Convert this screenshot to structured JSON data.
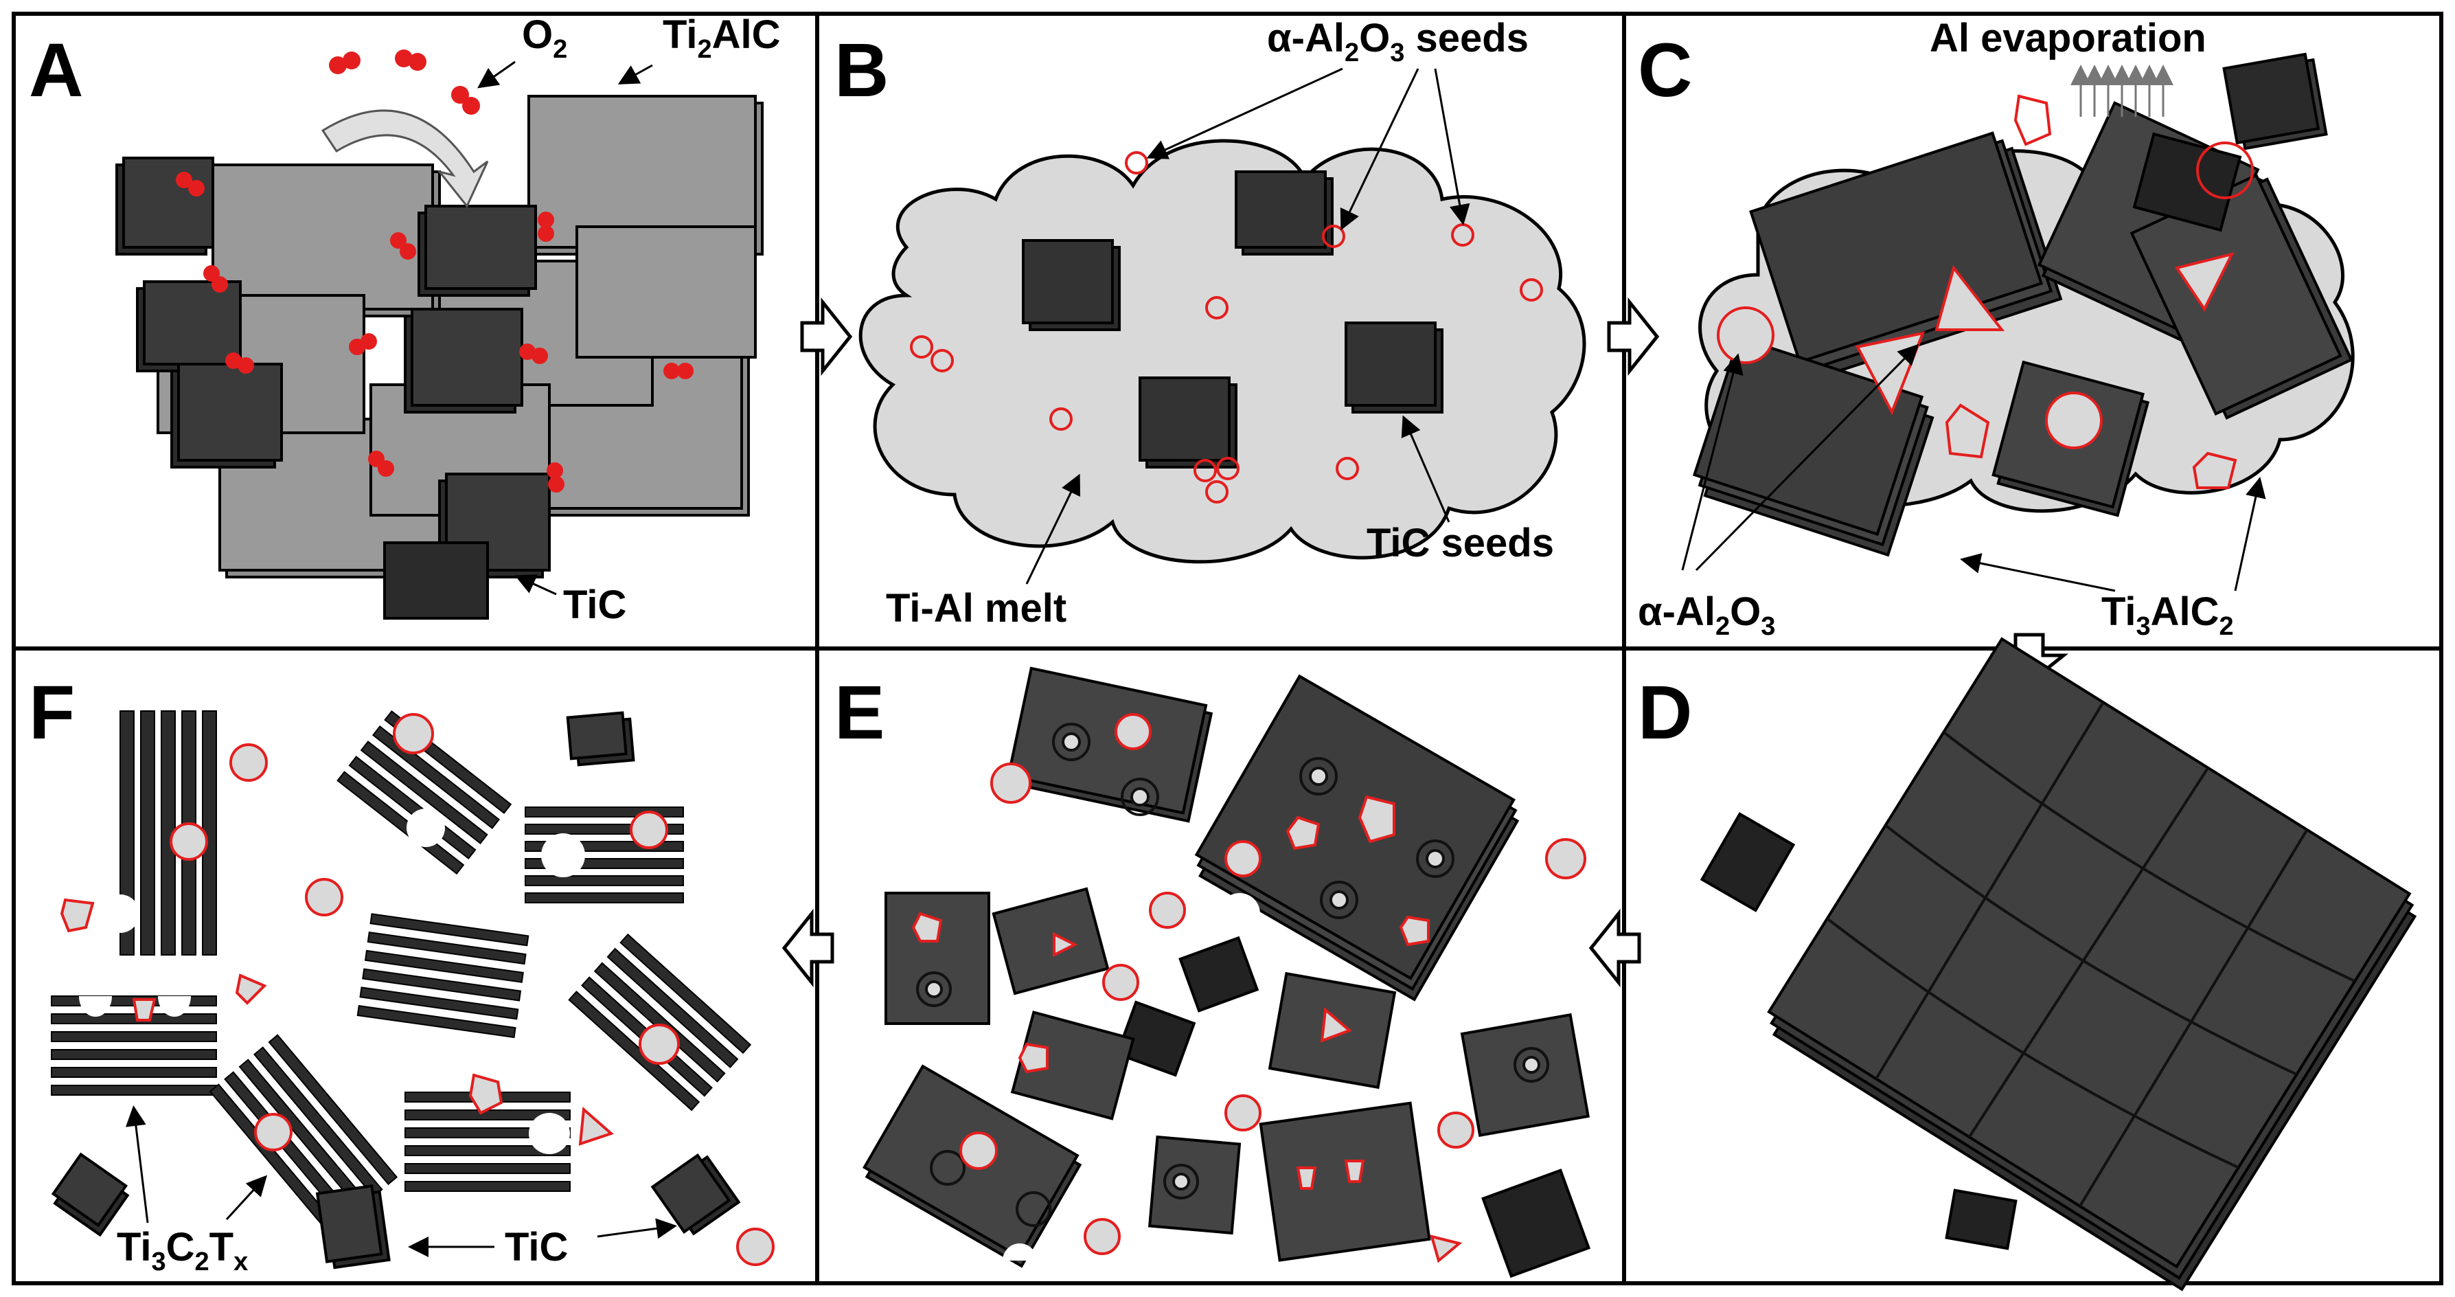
{
  "figure": {
    "panels": [
      {
        "id": "A",
        "letter": "A",
        "labels": {
          "o2": "O",
          "o2_sub": "2",
          "ti2alc_a": "Ti",
          "ti2alc_sub": "2",
          "ti2alc_b": "AlC",
          "tic": "TiC"
        }
      },
      {
        "id": "B",
        "letter": "B",
        "labels": {
          "alpha": "α-Al",
          "alpha_sub1": "2",
          "alpha_mid": "O",
          "alpha_sub2": "3",
          "alpha_end": " seeds",
          "melt": "Ti-Al melt",
          "tic_seeds": "TiC seeds"
        }
      },
      {
        "id": "C",
        "letter": "C",
        "labels": {
          "al_evap": "Al evaporation",
          "alpha": "α-Al",
          "alpha_sub1": "2",
          "alpha_mid": "O",
          "alpha_sub2": "3",
          "ti3alc2_a": "Ti",
          "ti3alc2_sub1": "3",
          "ti3alc2_b": "AlC",
          "ti3alc2_sub2": "2"
        }
      },
      {
        "id": "D",
        "letter": "D"
      },
      {
        "id": "E",
        "letter": "E"
      },
      {
        "id": "F",
        "letter": "F",
        "labels": {
          "mxene_a": "Ti",
          "mxene_sub1": "3",
          "mxene_b": "C",
          "mxene_sub2": "2",
          "mxene_c": "T",
          "mxene_sub3": "x",
          "tic": "TiC"
        }
      }
    ]
  },
  "colors": {
    "dark_grain": "#2b2b2b",
    "gray_grain": "#8a8a8a",
    "melt": "#d9d9d9",
    "oxide_red": "#e41e1e",
    "panel_border": "#000000"
  }
}
